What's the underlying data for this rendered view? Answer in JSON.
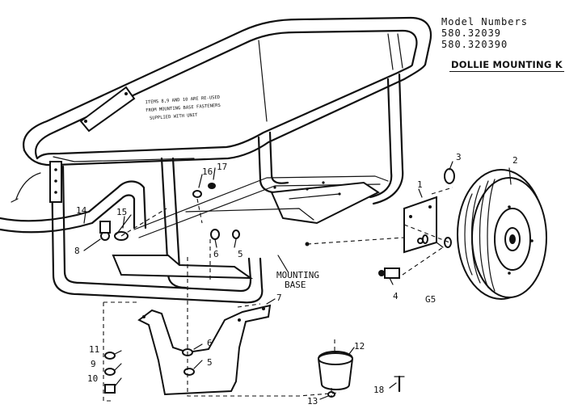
{
  "header": {
    "model_heading": "Model Numbers",
    "model_numbers": [
      "580.32039",
      "580.320390"
    ],
    "title": "DOLLIE MOUNTING K"
  },
  "note_lines": [
    "ITEMS 8,9 AND 10 ARE RE-USED",
    "FROM MOUNTING BASE FASTENERS",
    "SUPPLIED WITH UNIT"
  ],
  "labels": {
    "mounting": "MOUNTING",
    "base": "BASE",
    "figure_code": "G5"
  },
  "callouts": [
    "1",
    "2",
    "3",
    "4",
    "5",
    "6",
    "7",
    "8",
    "9",
    "10",
    "11",
    "12",
    "13",
    "14",
    "15",
    "16",
    "17",
    "18",
    "5",
    "6"
  ]
}
